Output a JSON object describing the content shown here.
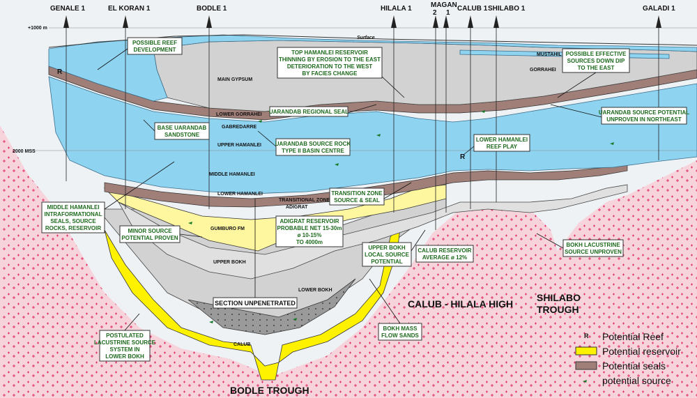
{
  "wells": [
    "GENALE 1",
    "EL KORAN 1",
    "BODLE 1",
    "HILALA 1",
    "MAGAN",
    "2",
    "1",
    "CALUB 1",
    "SHILABO 1",
    "GALADI 1"
  ],
  "depth_labels": {
    "top": "+1000 m",
    "mid": "2000 MSS"
  },
  "surface": "Surface",
  "layers": {
    "mustahil": "MUSTAHIL",
    "gorrahei": "GORRAHEI",
    "main_gypsum": "MAIN GYPSUM",
    "lower_gorrahei": "LOWER GORRAHEI",
    "gabredarre": "GABREDARRE",
    "upper_hamanlei": "UPPER HAMANLEI",
    "middle_hamanlei": "MIDDLE HAMANLEI",
    "lower_hamanlei": "LOWER HAMANLEI",
    "transitional_zone": "TRANSITIONAL ZONE",
    "adigrat": "ADIGRAT",
    "gumburo": "GUMBURO FM",
    "upper_bokh": "UPPER BOKH",
    "lower_bokh": "LOWER BOKH",
    "calub": "CALUB"
  },
  "annotations": {
    "possible_reef": [
      "POSSIBLE REEF",
      "DEVELOPMENT"
    ],
    "top_hamanlei": [
      "TOP HAMANLEI RESERVOIR",
      "THINNING BY EROSION TO THE EAST",
      "DETERIORATION TO THE WEST",
      "BY FACIES CHANGE"
    ],
    "possible_effective": [
      "POSSIBLE EFFECTIVE",
      "SOURCES DOWN DIP",
      "TO THE EAST"
    ],
    "uarandab_seal": [
      "UARANDAB REGIONAL SEAL"
    ],
    "uarandab_source_ne": [
      "UARANDAB SOURCE POTENTIAL",
      "UNPROVEN IN NORTHEAST"
    ],
    "base_uarandab": [
      "BASE UARANDAB",
      "SANDSTONE"
    ],
    "uarandab_source_rock": [
      "UARANDAB SOURCE ROCK",
      "TYPE II BASIN CENTRE"
    ],
    "lower_hamanlei_reef": [
      "LOWER HAMANLEI",
      "REEF PLAY"
    ],
    "middle_hamanlei": [
      "MIDDLE HAMANLEI",
      "INTRAFORMATIONAL",
      "SEALS, SOURCE",
      "ROCKS, RESERVOIR"
    ],
    "transition_zone": [
      "TRANSITION ZONE",
      "SOURCE & SEAL"
    ],
    "adigrat_reservoir": [
      "ADIGRAT RESERVOIR",
      "PROBABLE NET 15-30m",
      "ø 10-15%",
      "TO 4000m"
    ],
    "minor_source": [
      "MINOR SOURCE",
      "POTENTIAL PROVEN"
    ],
    "upper_bokh_local": [
      "UPPER BOKH",
      "LOCAL SOURCE",
      "POTENTIAL"
    ],
    "calub_reservoir": [
      "CALUB RESERVOIR",
      "AVERAGE ø 12%"
    ],
    "bokh_lacustrine": [
      "BOKH LACUSTRINE",
      "SOURCE UNPROVEN"
    ],
    "section_unpenetrated": [
      "SECTION UNPENETRATED"
    ],
    "postulated": [
      "POSTULATED",
      "LACUSTRINE SOURCE",
      "SYSTEM IN",
      "LOWER BOKH"
    ],
    "bokh_mass": [
      "BOKH MASS",
      "FLOW SANDS"
    ]
  },
  "structures": {
    "calub_hilala_high": "CALUB - HILALA HIGH",
    "shilabo_trough": [
      "SHILABO",
      "TROUGH"
    ],
    "bodle_trough": "BODLE TROUGH"
  },
  "reef_marker": "R",
  "legend": {
    "reef": "Potential Reef",
    "reservoir": "Potential reservoir",
    "seals": "Potential seals",
    "source": "potential source"
  },
  "colors": {
    "basement": "#f7d4dc",
    "blue": "#8ed3f0",
    "gray": "#d2d2d2",
    "reservoir": "#fff200",
    "yellow_pale": "#fff6a0",
    "seal": "#a07f78",
    "source": "#1a7a2a",
    "annotation_text": "#1d6a1d",
    "cross": "#e0306a"
  }
}
